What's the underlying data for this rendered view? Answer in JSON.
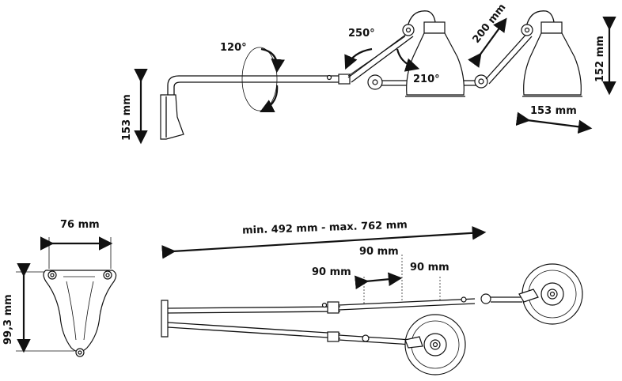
{
  "dimensions": {
    "top_angle_120": "120°",
    "top_angle_250": "250°",
    "top_angle_210": "210°",
    "top_arm_200": "200 mm",
    "top_shade_height": "152 mm",
    "top_shade_width": "153 mm",
    "top_base_height": "153 mm",
    "base_width": "76 mm",
    "base_height": "99,3 mm",
    "reach_range": "min. 492 mm - max. 762 mm",
    "segment_a": "90 mm",
    "segment_b": "90 mm",
    "segment_c": "90 mm"
  }
}
